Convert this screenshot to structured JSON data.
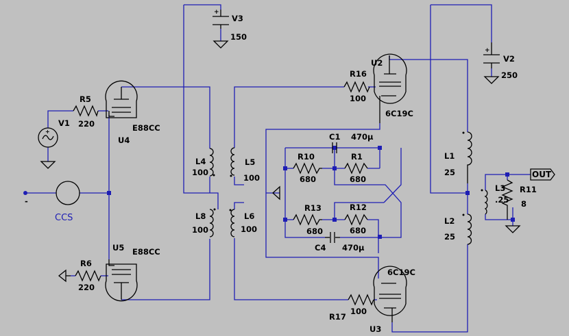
{
  "colors": {
    "background": "#c0c0c0",
    "wire": "#1e1eb4",
    "component": "#000000",
    "ccs_label": "#1e1eb4"
  },
  "labels": {
    "V3": "V3",
    "V3_val": "150",
    "V2": "V2",
    "V2_val": "250",
    "V1": "V1",
    "R5": "R5",
    "R5_val": "220",
    "U4": "U4",
    "U4_type": "E88CC",
    "U5": "U5",
    "U5_type": "E88CC",
    "R6": "R6",
    "R6_val": "220",
    "ccs": "CCS",
    "minus": "-",
    "R16": "R16",
    "R16_val": "100",
    "U2": "U2",
    "U2_type": "6C19C",
    "R17": "R17",
    "R17_val": "100",
    "U3": "U3",
    "U3_type": "6C19C",
    "L4": "L4",
    "L4_val": "100",
    "L5": "L5",
    "L5_val": "100",
    "L8": "L8",
    "L8_val": "100",
    "L6": "L6",
    "L6_val": "100",
    "C1": "C1",
    "C1_val": "470µ",
    "R10": "R10",
    "R10_val": "680",
    "R1": "R1",
    "R1_val": "680",
    "R13": "R13",
    "R13_val": "680",
    "R12": "R12",
    "R12_val": "680",
    "C4": "C4",
    "C4_val": "470µ",
    "L1": "L1",
    "L1_val": "25",
    "L2": "L2",
    "L2_val": "25",
    "L3": "L3",
    "L3_val": ".25",
    "R11": "R11",
    "R11_val": "8",
    "out": "OUT"
  }
}
